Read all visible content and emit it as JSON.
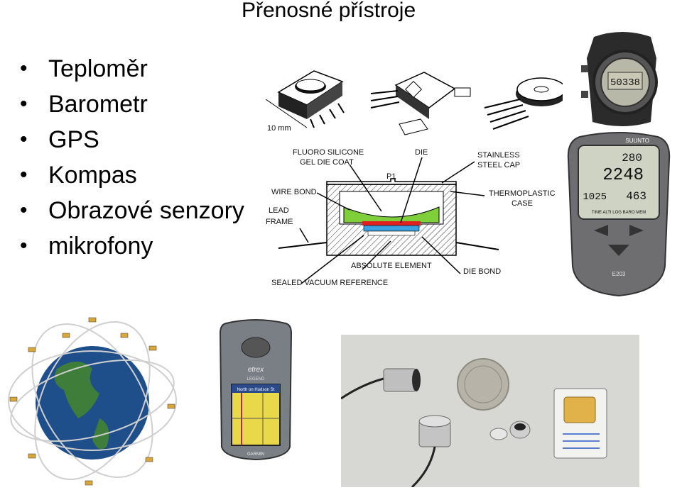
{
  "title": "Přenosné přístroje",
  "bullets": [
    "Teploměr",
    "Barometr",
    "GPS",
    "Kompas",
    "Obrazové senzory",
    "mikrofony"
  ],
  "diagram": {
    "scale_label": "10 mm",
    "fluoro": "FLUORO SILICONE",
    "gel": "GEL DIE COAT",
    "die": "DIE",
    "p1": "P1",
    "stainless": "STAINLESS",
    "steelcap": "STEEL CAP",
    "wirebond": "WIRE BOND",
    "thermo": "THERMOPLASTIC",
    "case": "CASE",
    "lead": "LEAD",
    "frame": "FRAME",
    "absolute": "ABSOLUTE ELEMENT",
    "diebond": "DIE BOND",
    "sealed": "SEALED VACUUM REFERENCE"
  },
  "devices": {
    "watch_display": "50338",
    "suunto_brand": "SUUNTO",
    "suunto_l1": "280",
    "suunto_l2": "2248",
    "suunto_l3": "1025",
    "suunto_l4": "463",
    "suunto_menu": "TIME ALTI LOG BARO MEM",
    "suunto_model": "E203",
    "etrex_brand": "etrex",
    "etrex_model": "LEGEND",
    "etrex_screen": "North on Hudson St",
    "etrex_logo": "GARMIN"
  },
  "colors": {
    "gel": "#7fcf3a",
    "die_red": "#e02020",
    "die_blue": "#3aa0e0",
    "hatch": "#333333"
  }
}
